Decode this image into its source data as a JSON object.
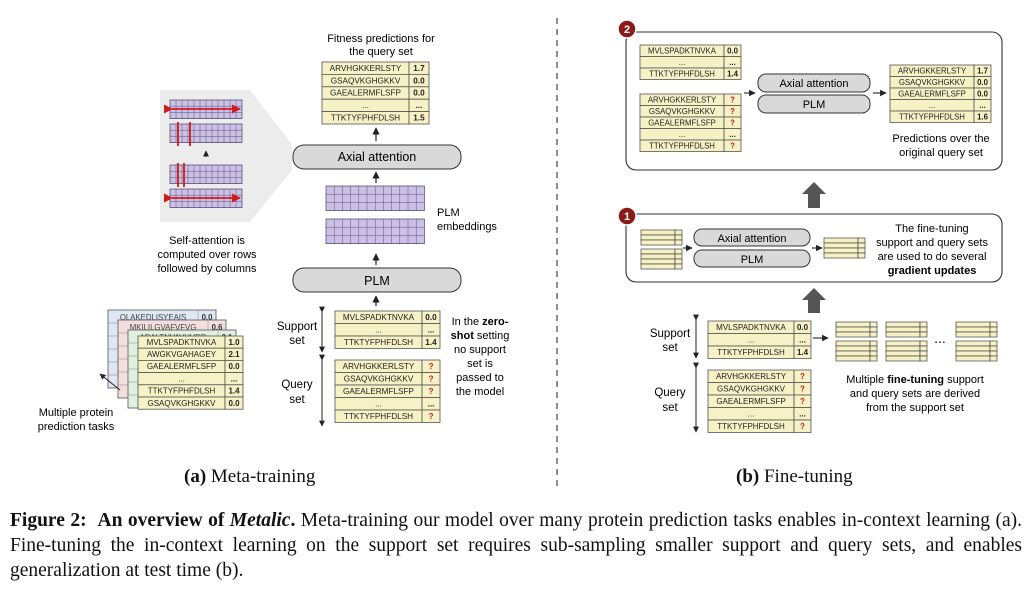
{
  "meta_training": {
    "fitness_label_1": "Fitness predictions for",
    "fitness_label_2": "the query set",
    "output_table": [
      {
        "seq": "ARVHGKKERLSTY",
        "val": "1.7"
      },
      {
        "seq": "GSAQVKGHGKKV",
        "val": "0.0"
      },
      {
        "seq": "GAEALERMFLSFP",
        "val": "0.0"
      },
      {
        "seq": "...",
        "val": "..."
      },
      {
        "seq": "TTKTYFPHFDLSH",
        "val": "1.5"
      }
    ],
    "axial_attention": "Axial attention",
    "plm": "PLM",
    "plm_embeddings_1": "PLM",
    "plm_embeddings_2": "embeddings",
    "self_attention_1": "Self-attention is",
    "self_attention_2": "computed over rows",
    "self_attention_3": "followed by columns",
    "support_label_1": "Support",
    "support_label_2": "set",
    "query_label_1": "Query",
    "query_label_2": "set",
    "support_table": [
      {
        "seq": "MVLSPADKTNVKA",
        "val": "0.0"
      },
      {
        "seq": "...",
        "val": "..."
      },
      {
        "seq": "TTKTYFPHFDLSH",
        "val": "1.4"
      }
    ],
    "query_table": [
      {
        "seq": "ARVHGKKERLSTY",
        "val": "?"
      },
      {
        "seq": "GSAQVKGHGKKV",
        "val": "?"
      },
      {
        "seq": "GAEALERMFLSFP",
        "val": "?"
      },
      {
        "seq": "...",
        "val": "..."
      },
      {
        "seq": "TTKTYFPHFDLSH",
        "val": "?"
      }
    ],
    "zero_shot_1a": "In the ",
    "zero_shot_1b": "zero-",
    "zero_shot_2a": "shot",
    "zero_shot_2b": " setting",
    "zero_shot_3": "no support",
    "zero_shot_4": "set is",
    "zero_shot_5": "passed to",
    "zero_shot_6": "the model",
    "back_table_rows": [
      "QLAKEDLISYEAIS",
      "MKILILGVAFVFVG",
      "ADALTNVAVHVDD"
    ],
    "back_table_vals": [
      "0.0",
      "0.6",
      "0.1"
    ],
    "front_table": [
      {
        "seq": "MVLSPADKTNVKA",
        "val": "1.0"
      },
      {
        "seq": "AWGKVGAHAGEY",
        "val": "2.1"
      },
      {
        "seq": "GAEALERMFLSFP",
        "val": "0.0"
      },
      {
        "seq": "...",
        "val": "..."
      },
      {
        "seq": "TTKTYFPHFDLSH",
        "val": "1.4"
      },
      {
        "seq": "GSAQVKGHGKKV",
        "val": "0.0"
      }
    ],
    "multi_tasks_1": "Multiple protein",
    "multi_tasks_2": "prediction tasks",
    "subcaption_letter": "(a)",
    "subcaption_text": " Meta-training"
  },
  "fine_tuning": {
    "step2": "2",
    "step1": "1",
    "p2_in_support": [
      {
        "seq": "MVLSPADKTNVKA",
        "val": "0.0"
      },
      {
        "seq": "...",
        "val": "..."
      },
      {
        "seq": "TTKTYFPHFDLSH",
        "val": "1.4"
      }
    ],
    "p2_in_query": [
      {
        "seq": "ARVHGKKERLSTY",
        "val": "?"
      },
      {
        "seq": "GSAQVKGHGKKV",
        "val": "?"
      },
      {
        "seq": "GAEALERMFLSFP",
        "val": "?"
      },
      {
        "seq": "...",
        "val": "..."
      },
      {
        "seq": "TTKTYFPHFDLSH",
        "val": "?"
      }
    ],
    "p2_out": [
      {
        "seq": "ARVHGKKERLSTY",
        "val": "1.7"
      },
      {
        "seq": "GSAQVKGHGKKV",
        "val": "0.0"
      },
      {
        "seq": "GAEALERMFLSFP",
        "val": "0.0"
      },
      {
        "seq": "...",
        "val": "..."
      },
      {
        "seq": "TTKTYFPHFDLSH",
        "val": "1.6"
      }
    ],
    "axial_attention": "Axial attention",
    "plm": "PLM",
    "pred_original_1": "Predictions over the",
    "pred_original_2": "original query set",
    "p1_text_1": "The fine-tuning",
    "p1_text_2": "support and query sets",
    "p1_text_3": "are used to do several",
    "p1_text_4": "gradient updates",
    "support_label_1": "Support",
    "support_label_2": "set",
    "query_label_1": "Query",
    "query_label_2": "set",
    "support_table": [
      {
        "seq": "MVLSPADKTNVKA",
        "val": "0.0"
      },
      {
        "seq": "...",
        "val": "..."
      },
      {
        "seq": "TTKTYFPHFDLSH",
        "val": "1.4"
      }
    ],
    "query_table": [
      {
        "seq": "ARVHGKKERLSTY",
        "val": "?"
      },
      {
        "seq": "GSAQVKGHGKKV",
        "val": "?"
      },
      {
        "seq": "GAEALERMFLSFP",
        "val": "?"
      },
      {
        "seq": "...",
        "val": "..."
      },
      {
        "seq": "TTKTYFPHFDLSH",
        "val": "?"
      }
    ],
    "dots": "...",
    "multi_ft_1a": "Multiple ",
    "multi_ft_1b": "fine-tuning",
    "multi_ft_1c": " support",
    "multi_ft_2": "and query sets are derived",
    "multi_ft_3": "from the support set",
    "subcaption_letter": "(b)",
    "subcaption_text": " Fine-tuning"
  },
  "caption": {
    "label": "Figure 2:",
    "title_pre": "An overview of ",
    "title_em": "Metalic",
    "title_post": ".",
    "body": " Meta-training our model over many protein prediction tasks enables in-context learning (a). Fine-tuning the in-context learning on the support set requires sub-sampling smaller support and query sets, and enables generalization at test time (b)."
  },
  "colors": {
    "cell_fill": "#f7f1c6",
    "cell_stroke": "#555555",
    "grid_fill": "#cdc0e6",
    "grid_stroke": "#555575",
    "grey_box": "#d9d9d9",
    "red": "#d11a1a",
    "badge": "#8b1a1a"
  }
}
